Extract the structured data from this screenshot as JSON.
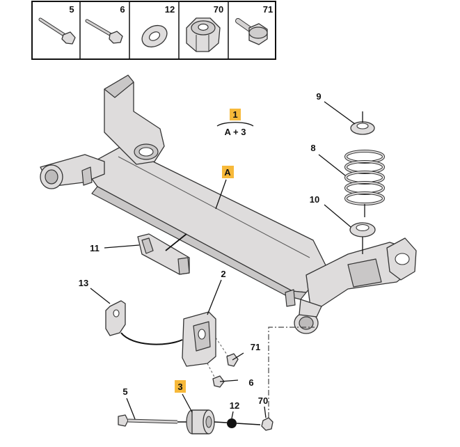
{
  "header_parts": [
    {
      "ref": "5"
    },
    {
      "ref": "6"
    },
    {
      "ref": "12"
    },
    {
      "ref": "70"
    },
    {
      "ref": "71"
    }
  ],
  "callouts": {
    "assembly_note_ref": "1",
    "assembly_note_text": "A + 3",
    "axle_ref": "A",
    "cup_ref": "9",
    "spring_ref": "8",
    "seat_ref": "10",
    "guard_ref": "11",
    "bracket_small_ref": "13",
    "bracket_ref": "2",
    "screw_71_ref": "71",
    "screw_6_ref": "6",
    "bush_ref": "3",
    "bolt_ref": "5",
    "washer_ref": "12",
    "nut_ref": "70"
  },
  "colors": {
    "highlight": "#f7b93a",
    "metal": "#dedcdc",
    "ink": "#111111"
  }
}
